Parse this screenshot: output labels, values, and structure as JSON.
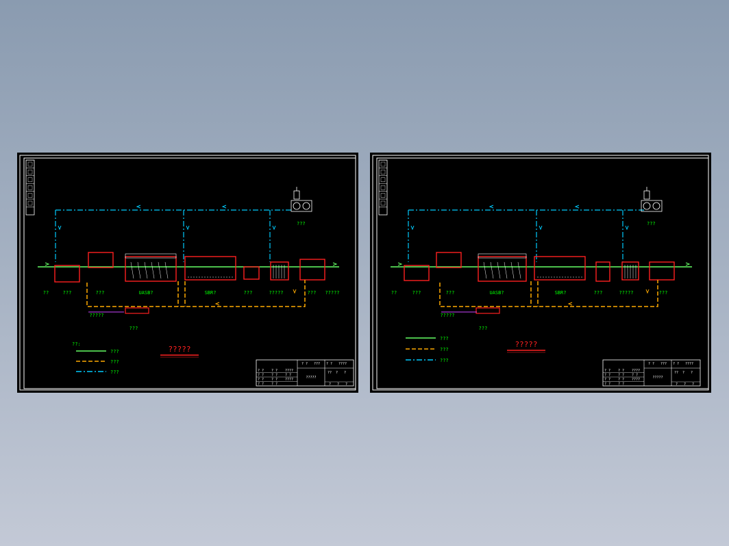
{
  "colors": {
    "background_top": "#8a9bb0",
    "background_bottom": "#c3c9d6",
    "sheet": "#000000",
    "border": "#ffffff",
    "sewage_line": "#66ff66",
    "sludge_line": "#ffaa00",
    "air_line": "#00ccff",
    "structure": "#ff2020",
    "label": "#00ff00"
  },
  "sheets": [
    {
      "id": "left",
      "labels": {
        "blower": "???",
        "units": [
          "??",
          "???",
          "???",
          "UASB?",
          "SBR?",
          "???",
          "?????",
          "???",
          "?????"
        ],
        "sludge_tank": "???",
        "sludge_out": "?????",
        "legend_head": "??:",
        "legend": [
          "???",
          "???",
          "???"
        ],
        "title": "?????"
      },
      "title_block": {
        "top": [
          "? ?",
          "???",
          "? ?",
          "????"
        ],
        "left": [
          "? ?",
          "? ?",
          "????",
          "? ?",
          "? ?",
          "? ?",
          "? ?",
          "? ?",
          "????",
          "? ?",
          "? ?"
        ],
        "center": "?????",
        "right": [
          "??",
          "?",
          "?"
        ],
        "bottom": [
          "?",
          "?",
          "?"
        ]
      }
    },
    {
      "id": "right",
      "labels": {
        "blower": "???",
        "units": [
          "??",
          "???",
          "???",
          "UASB?",
          "SBR?",
          "???",
          "?????",
          "???"
        ],
        "sludge_tank": "???",
        "sludge_out": "?????",
        "legend_head": "",
        "legend": [
          "???",
          "???",
          "???"
        ],
        "title": "?????"
      },
      "title_block": {
        "top": [
          "? ?",
          "???",
          "? ?",
          "????"
        ],
        "left": [
          "? ?",
          "? ?",
          "????",
          "? ?",
          "? ?",
          "? ?",
          "? ?",
          "? ?",
          "????",
          "? ?",
          "? ?"
        ],
        "center": "?????",
        "right": [
          "??",
          "?",
          "?"
        ],
        "bottom": [
          "?",
          "?",
          "?"
        ]
      }
    }
  ]
}
